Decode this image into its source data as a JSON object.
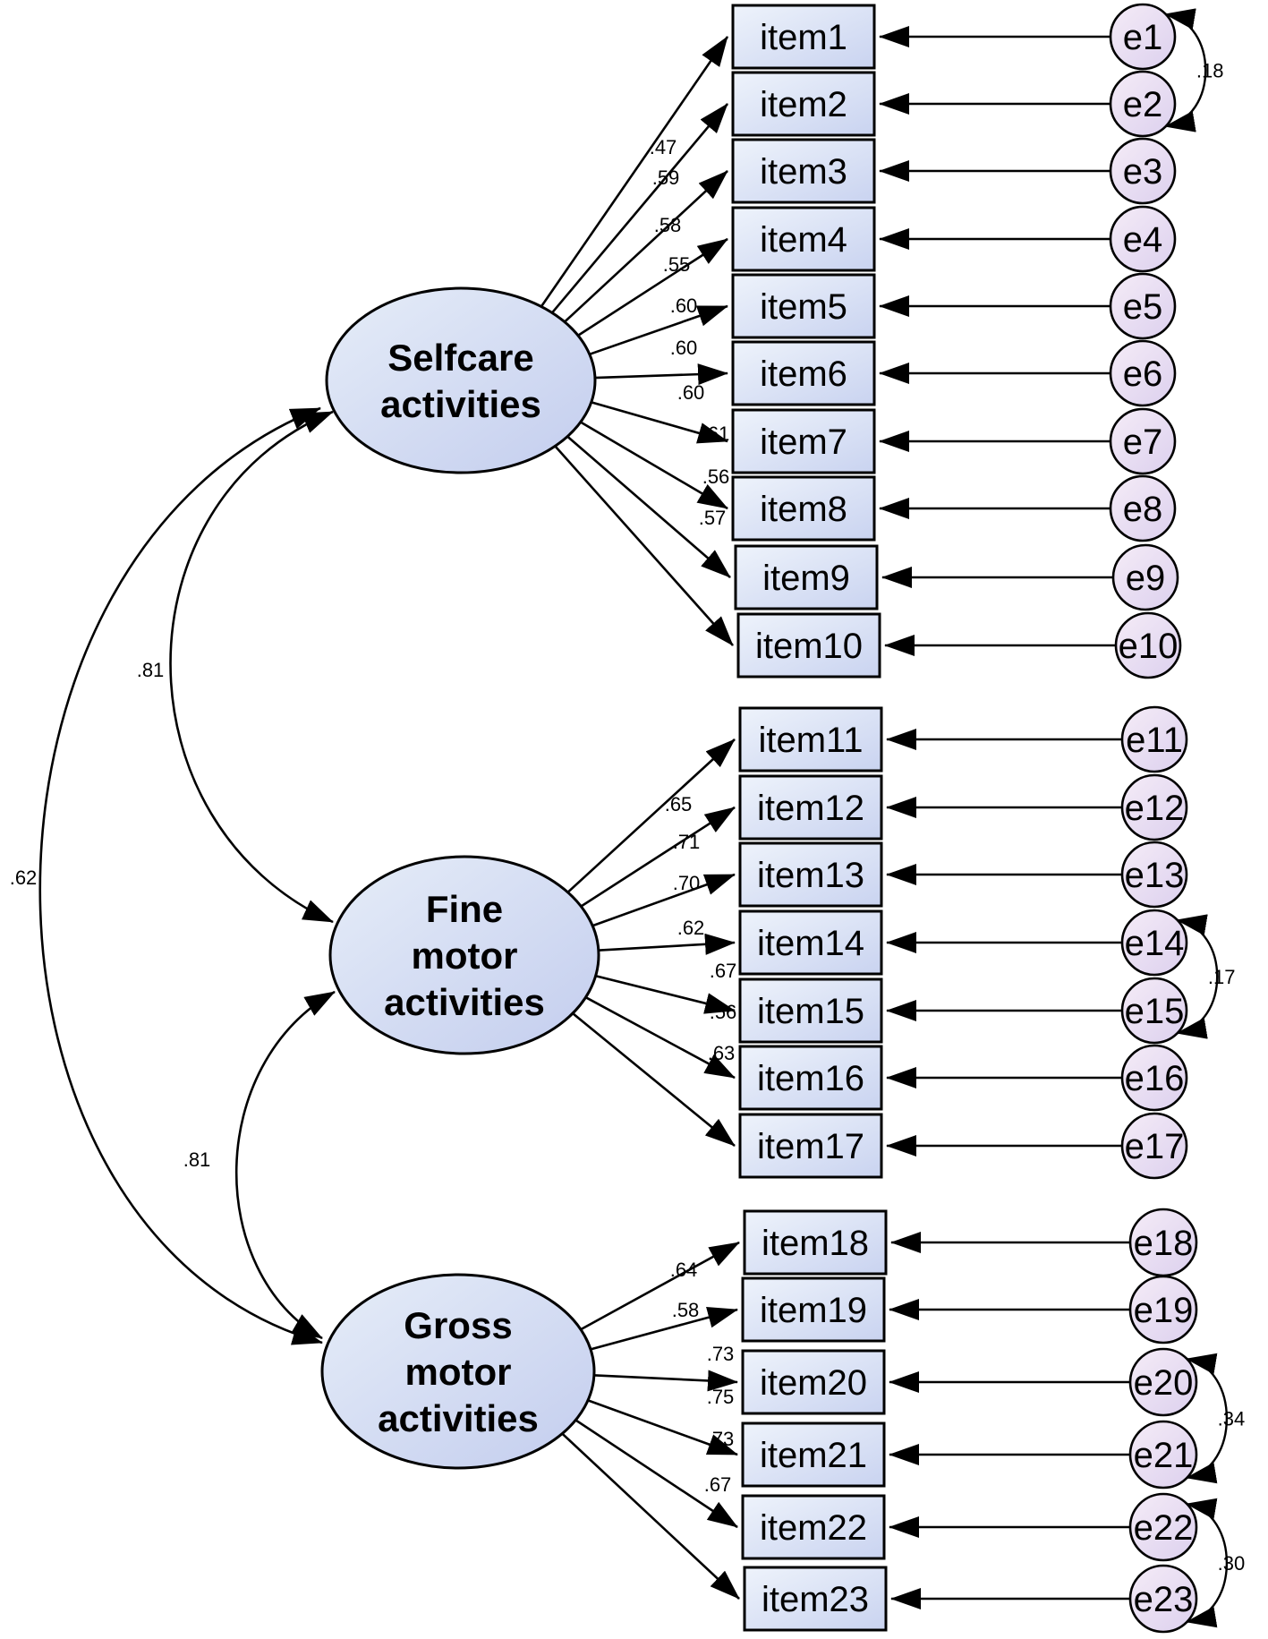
{
  "latents": [
    {
      "id": "selfcare",
      "lines": [
        "Selfcare",
        "activities"
      ]
    },
    {
      "id": "fine",
      "lines": [
        "Fine",
        "motor",
        "activities"
      ]
    },
    {
      "id": "gross",
      "lines": [
        "Gross",
        "motor",
        "activities"
      ]
    }
  ],
  "items": [
    {
      "label": "item1",
      "error": "e1",
      "factor": "selfcare",
      "loading": ".47"
    },
    {
      "label": "item2",
      "error": "e2",
      "factor": "selfcare",
      "loading": ".59"
    },
    {
      "label": "item3",
      "error": "e3",
      "factor": "selfcare",
      "loading": ".58"
    },
    {
      "label": "item4",
      "error": "e4",
      "factor": "selfcare",
      "loading": ".55"
    },
    {
      "label": "item5",
      "error": "e5",
      "factor": "selfcare",
      "loading": ".60"
    },
    {
      "label": "item6",
      "error": "e6",
      "factor": "selfcare",
      "loading": ".60"
    },
    {
      "label": "item7",
      "error": "e7",
      "factor": "selfcare",
      "loading": ".60"
    },
    {
      "label": "item8",
      "error": "e8",
      "factor": "selfcare",
      "loading": ".61"
    },
    {
      "label": "item9",
      "error": "e9",
      "factor": "selfcare",
      "loading": ".56"
    },
    {
      "label": "item10",
      "error": "e10",
      "factor": "selfcare",
      "loading": ".57"
    },
    {
      "label": "item11",
      "error": "e11",
      "factor": "fine",
      "loading": ".65"
    },
    {
      "label": "item12",
      "error": "e12",
      "factor": "fine",
      "loading": ".71"
    },
    {
      "label": "item13",
      "error": "e13",
      "factor": "fine",
      "loading": ".70"
    },
    {
      "label": "item14",
      "error": "e14",
      "factor": "fine",
      "loading": ".62"
    },
    {
      "label": "item15",
      "error": "e15",
      "factor": "fine",
      "loading": ".67"
    },
    {
      "label": "item16",
      "error": "e16",
      "factor": "fine",
      "loading": ".56"
    },
    {
      "label": "item17",
      "error": "e17",
      "factor": "fine",
      "loading": ".63"
    },
    {
      "label": "item18",
      "error": "e18",
      "factor": "gross",
      "loading": ".64"
    },
    {
      "label": "item19",
      "error": "e19",
      "factor": "gross",
      "loading": ".58"
    },
    {
      "label": "item20",
      "error": "e20",
      "factor": "gross",
      "loading": ".73"
    },
    {
      "label": "item21",
      "error": "e21",
      "factor": "gross",
      "loading": ".75"
    },
    {
      "label": "item22",
      "error": "e22",
      "factor": "gross",
      "loading": ".73"
    },
    {
      "label": "item23",
      "error": "e23",
      "factor": "gross",
      "loading": ".67"
    }
  ],
  "factor_correlations": [
    {
      "from": "selfcare",
      "to": "fine",
      "value": ".81"
    },
    {
      "from": "fine",
      "to": "gross",
      "value": ".81"
    },
    {
      "from": "selfcare",
      "to": "gross",
      "value": ".62"
    }
  ],
  "error_covariances": [
    {
      "from": "e1",
      "to": "e2",
      "value": ".18"
    },
    {
      "from": "e14",
      "to": "e15",
      "value": ".17"
    },
    {
      "from": "e20",
      "to": "e21",
      "value": ".34"
    },
    {
      "from": "e22",
      "to": "e23",
      "value": ".30"
    }
  ],
  "colors": {
    "latent_fill_light": "#e6edf8",
    "latent_fill_dark": "#c3cdee",
    "item_fill_light": "#eef3fb",
    "item_fill_dark": "#c9d3f0",
    "error_fill_light": "#f5ecf7",
    "error_fill_dark": "#dcd0ee",
    "stroke": "#000000"
  }
}
